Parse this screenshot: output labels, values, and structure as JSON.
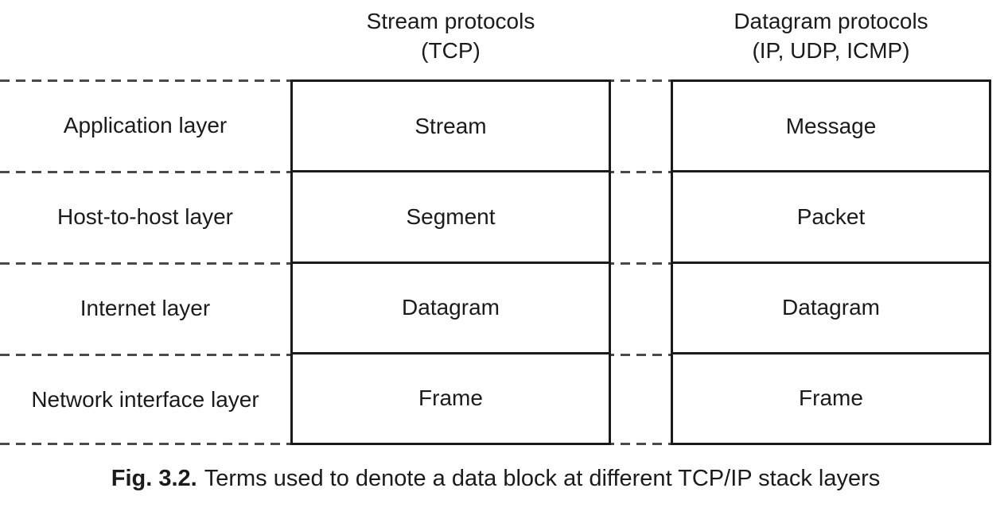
{
  "headers": {
    "stream": {
      "title": "Stream protocols",
      "subtitle": "(TCP)"
    },
    "datagram": {
      "title": "Datagram protocols",
      "subtitle": "(IP, UDP, ICMP)"
    }
  },
  "rows": [
    {
      "layer": "Application layer",
      "stream": "Stream",
      "datagram": "Message"
    },
    {
      "layer": "Host-to-host layer",
      "stream": "Segment",
      "datagram": "Packet"
    },
    {
      "layer": "Internet layer",
      "stream": "Datagram",
      "datagram": "Datagram"
    },
    {
      "layer": "Network interface layer",
      "stream": "Frame",
      "datagram": "Frame"
    }
  ],
  "caption": {
    "label": "Fig. 3.2.",
    "text": "Terms used to denote a data block at different TCP/IP stack layers"
  },
  "colors": {
    "background": "#ffffff",
    "text": "#1b1b1b",
    "solid_line": "#1a1a1a",
    "dashed_line": "#4a4a4a"
  }
}
